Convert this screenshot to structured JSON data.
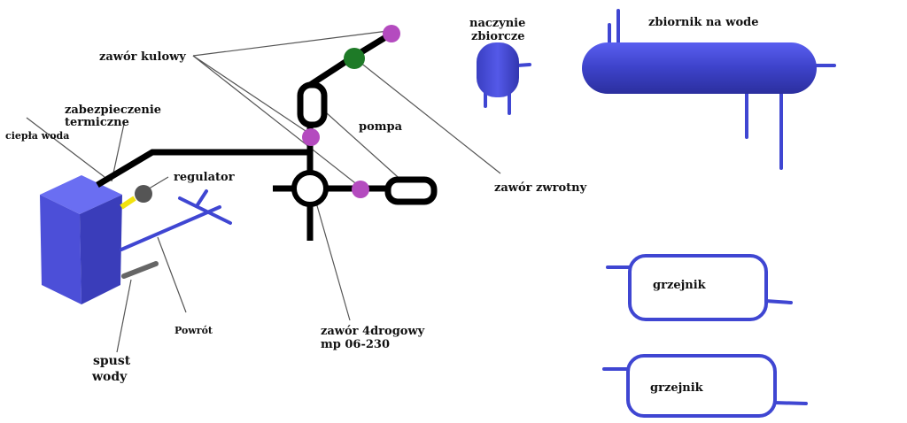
{
  "colors": {
    "pipe": "#000000",
    "boiler": "#4c4fd8",
    "cold_pipe": "#3f46d2",
    "ball_valve": "#b44bbf",
    "check_valve": "#1e7a27",
    "thermal_sensor": "#f2e20f",
    "drain": "#666666"
  },
  "labels": {
    "zawor_kulowy": "zawór kulowy",
    "zabezpieczenie_line1": "zabezpieczenie",
    "zabezpieczenie_line2": "termiczne",
    "ciepla_woda": "ciepła woda",
    "regulator": "regulator",
    "pompa": "pompa",
    "naczynie_line1": "naczynie",
    "naczynie_line2": "zbiorcze",
    "zbiornik": "zbiornik na wode",
    "zawor_zwrotny": "zawór zwrotny",
    "zawor_4d_line1": "zawór 4drogowy",
    "zawor_4d_line2": "mp 06-230",
    "powrot": "Powrót",
    "spust_line1": "spust",
    "spust_line2": "wody",
    "grzejnik_1": "grzejnik",
    "grzejnik_2": "grzejnik"
  }
}
